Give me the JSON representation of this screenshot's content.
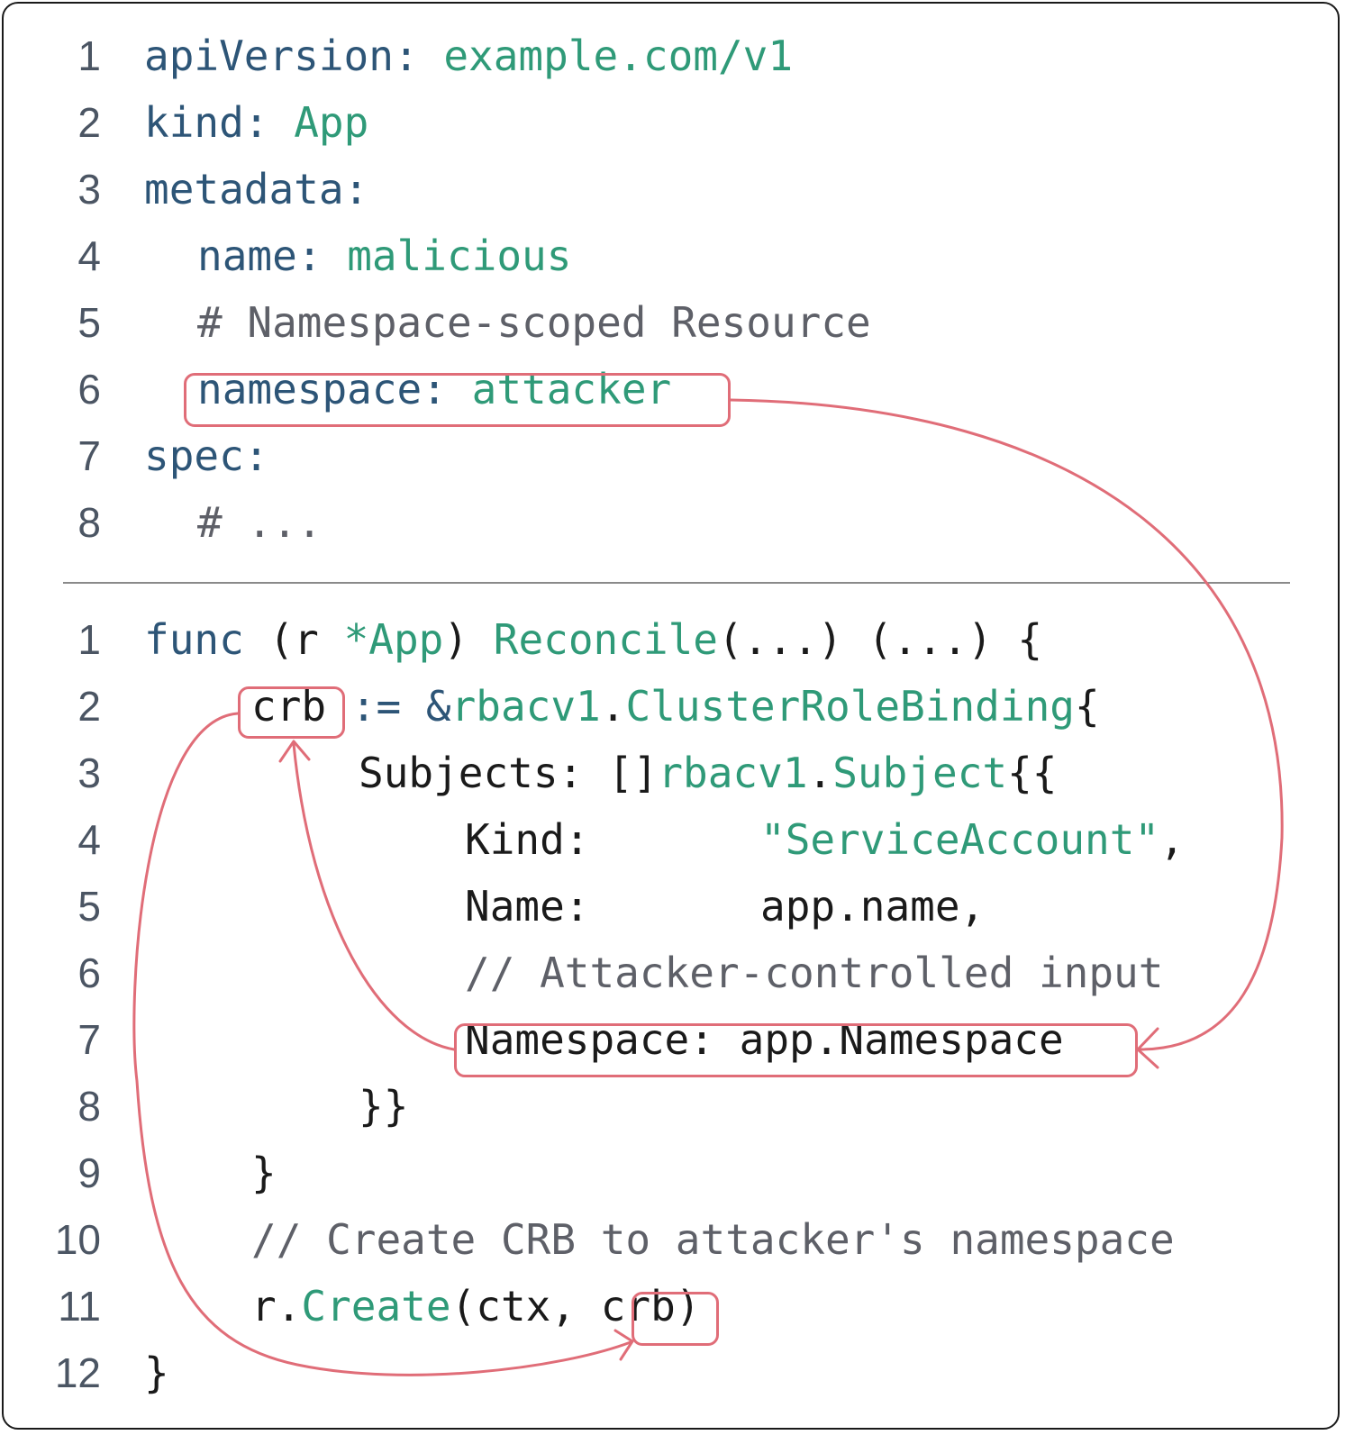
{
  "yaml": {
    "line_numbers": [
      "1",
      "2",
      "3",
      "4",
      "5",
      "6",
      "7",
      "8"
    ],
    "l1_key": "apiVersion:",
    "l1_val": "example.com/v1",
    "l2_key": "kind:",
    "l2_val": "App",
    "l3_key": "metadata:",
    "l4_key": "name:",
    "l4_val": "malicious",
    "l5_comment": "# Namespace-scoped Resource",
    "l6_key": "namespace:",
    "l6_val": "attacker",
    "l7_key": "spec:",
    "l8_comment": "# ..."
  },
  "go": {
    "line_numbers": [
      "1",
      "2",
      "3",
      "4",
      "5",
      "6",
      "7",
      "8",
      "9",
      "10",
      "11",
      "12"
    ],
    "l1_func": "func",
    "l1_recv": "(r ",
    "l1_star": "*App",
    "l1_close": ") ",
    "l1_name": "Reconcile",
    "l1_rest": "(...) (...) {",
    "l2_var": "crb",
    "l2_op": " := &",
    "l2_pkg": "rbacv1",
    "l2_dot": ".",
    "l2_type": "ClusterRoleBinding",
    "l2_brace": "{",
    "l3_field": "Subjects: []",
    "l3_pkg": "rbacv1",
    "l3_dot": ".",
    "l3_type": "Subject",
    "l3_brace": "{{",
    "l4_field": "Kind:",
    "l4_val": "\"ServiceAccount\"",
    "l4_comma": ",",
    "l5_field": "Name:",
    "l5_val": "app.name,",
    "l6_comment": "// Attacker-controlled input",
    "l7_text": "Namespace: app.Namespace",
    "l8_text": "}}",
    "l9_text": "}",
    "l10_comment": "// Create CRB to attacker's namespace",
    "l11_recv": "r.",
    "l11_fn": "Create",
    "l11_args": "(ctx, ",
    "l11_var": "crb",
    "l11_close": ")",
    "l12_text": "}"
  },
  "colors": {
    "keyword": "#2d5577",
    "value": "#2f9a78",
    "comment": "#5e6068",
    "highlight": "#e06d78"
  }
}
